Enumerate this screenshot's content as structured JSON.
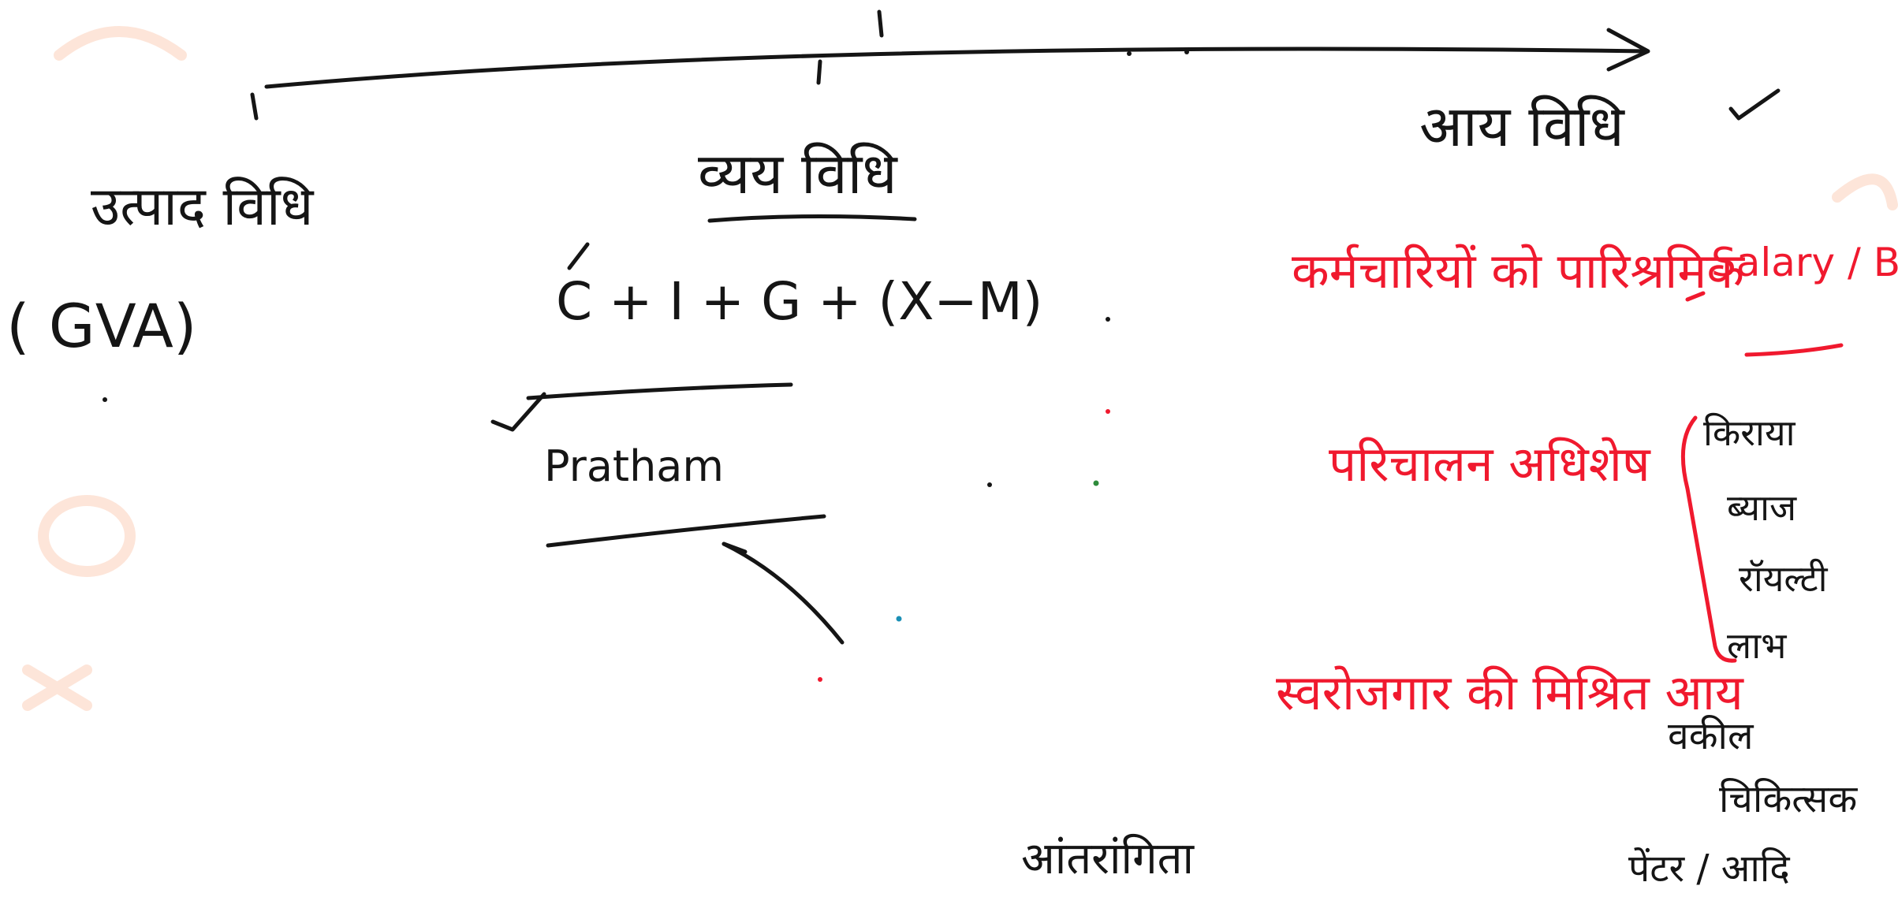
{
  "canvas": {
    "background": "#ffffff"
  },
  "colors": {
    "ink": "#151515",
    "red": "#f0192e",
    "watermark": "#fde5d9"
  },
  "whiteboard": {
    "left_heading": "उत्पाद विधि",
    "left_note": "( GVA)",
    "middle_heading": "व्यय विधि",
    "formula": "C + I + G + (X−M)",
    "middle_note": "Pratham",
    "right_heading": "आय विधि",
    "right_items": [
      "कर्मचारियों को पारिश्रमिक",
      "परिचालन अधिशेष",
      "स्वरोजगार की मिश्रित आय"
    ],
    "right_note": "Salary / Bonus",
    "operating_surplus_parts": [
      "किराया",
      "ब्याज",
      "रॉयल्टी",
      "लाभ"
    ],
    "mixed_income_parts": [
      "वकील",
      "चिकित्सक",
      "पेंटर / आदि"
    ],
    "bottom_note": "आंतरांगिता"
  }
}
